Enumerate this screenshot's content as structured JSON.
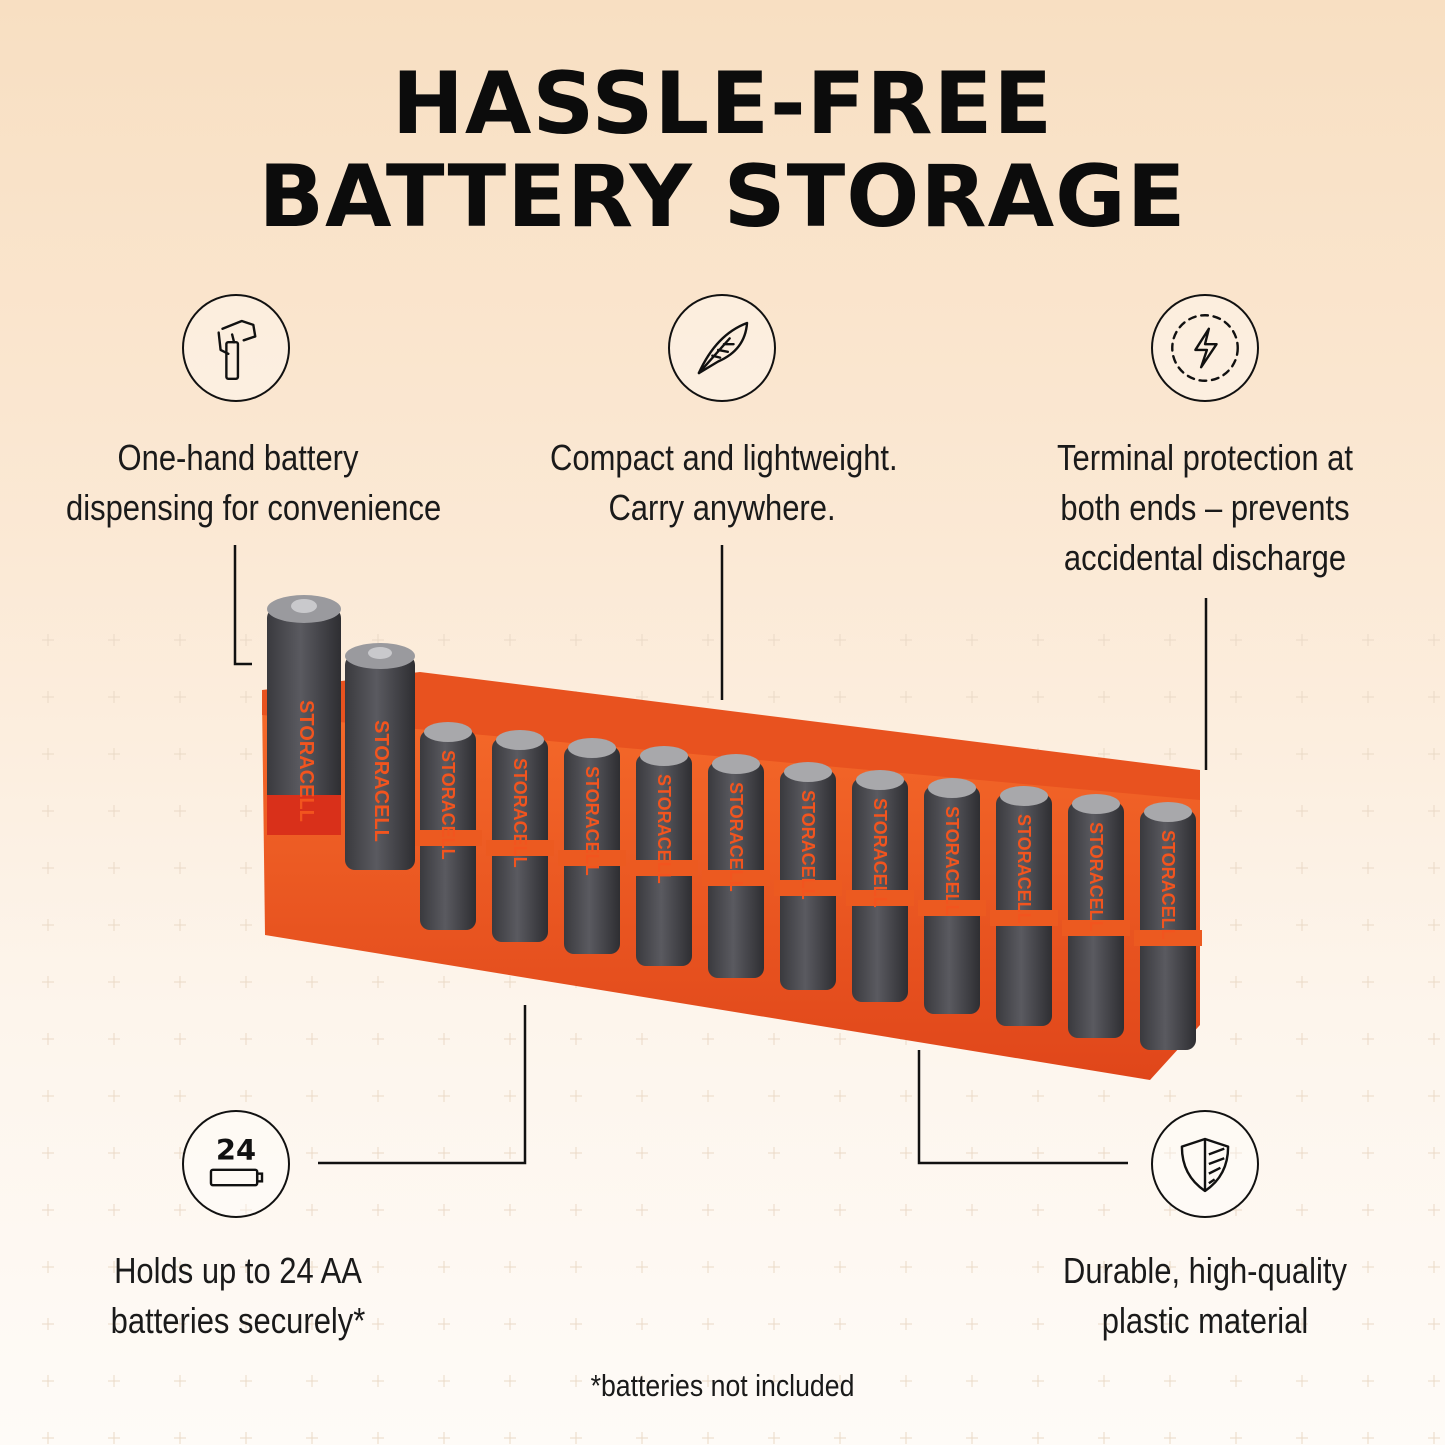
{
  "title": {
    "line1": "HASSLE-FREE",
    "line2": "BATTERY STORAGE"
  },
  "features": [
    {
      "icon": "hand-dispense-icon",
      "lines": [
        "One-hand battery",
        "dispensing for convenience"
      ]
    },
    {
      "icon": "feather-icon",
      "lines": [
        "Compact and lightweight.",
        "Carry anywhere."
      ]
    },
    {
      "icon": "lightning-shield-icon",
      "lines": [
        "Terminal protection at",
        "both ends – prevents",
        "accidental discharge"
      ]
    },
    {
      "icon": "battery-count-icon",
      "icon_text": "24",
      "lines": [
        "Holds up to 24 AA",
        "batteries securely*"
      ]
    },
    {
      "icon": "shield-icon",
      "lines": [
        "Durable, high-quality",
        "plastic material"
      ]
    }
  ],
  "product": {
    "brand": "STORACELL",
    "color": "#f2541e",
    "battery_color": "#4a4a4f"
  },
  "footnote": "*batteries not included"
}
